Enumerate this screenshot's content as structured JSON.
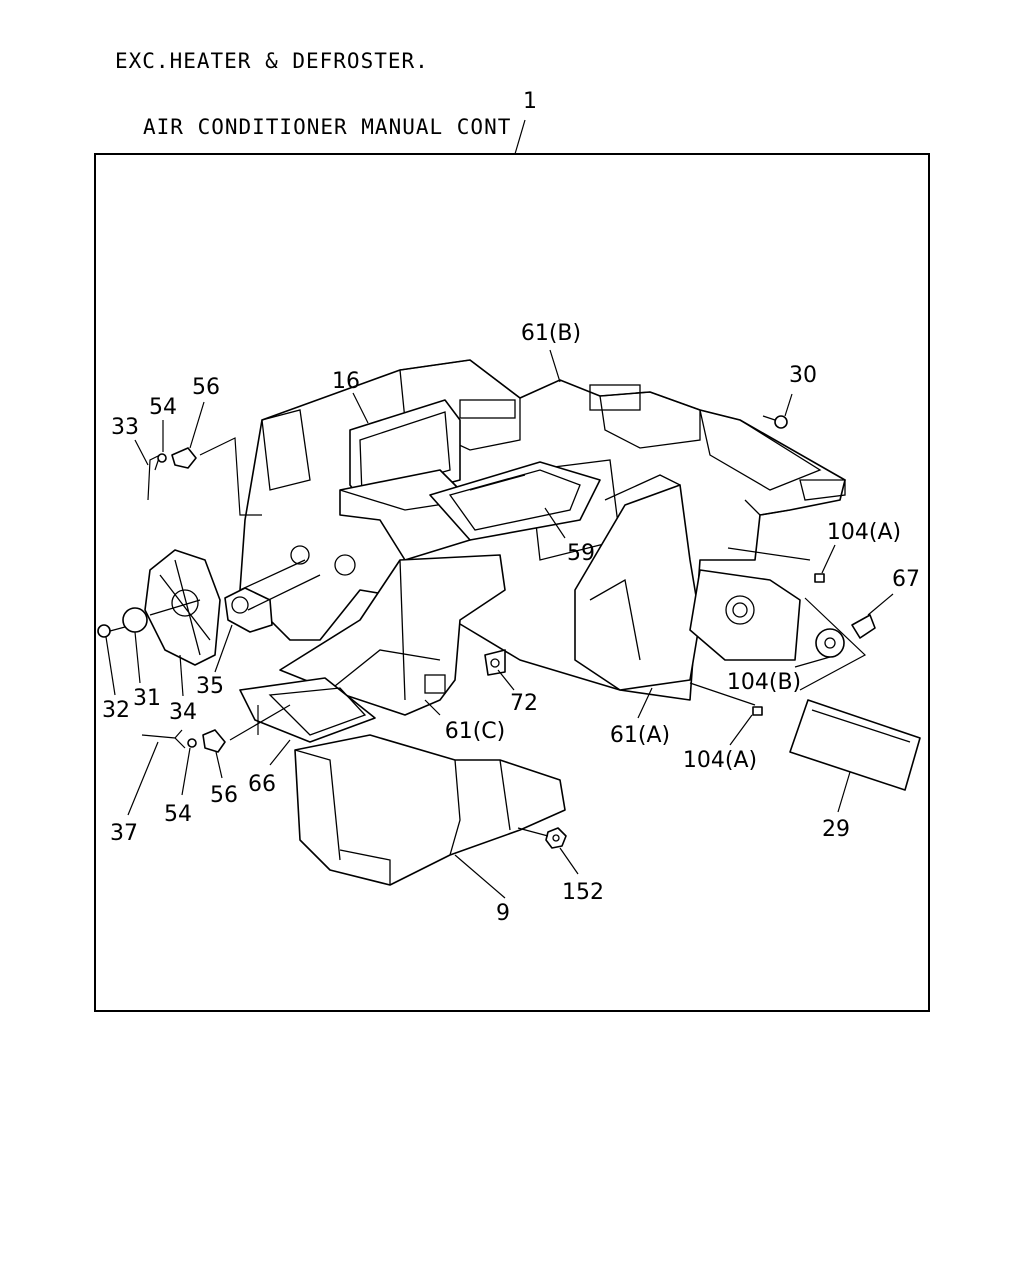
{
  "header": {
    "line1": "EXC.HEATER & DEFROSTER.",
    "line2": "AIR CONDITIONER MANUAL CONT"
  },
  "callouts": {
    "c1": "1",
    "c61b": "61(B)",
    "c16": "16",
    "c56a": "56",
    "c54a": "54",
    "c33": "33",
    "c30": "30",
    "c104a1": "104(A)",
    "c67": "67",
    "c59": "59",
    "c35": "35",
    "c32": "32",
    "c31": "31",
    "c34": "34",
    "c72": "72",
    "c104b": "104(B)",
    "c61c": "61(C)",
    "c61a": "61(A)",
    "c104a2": "104(A)",
    "c66": "66",
    "c56b": "56",
    "c37": "37",
    "c54b": "54",
    "c29": "29",
    "c152": "152",
    "c9": "9"
  }
}
